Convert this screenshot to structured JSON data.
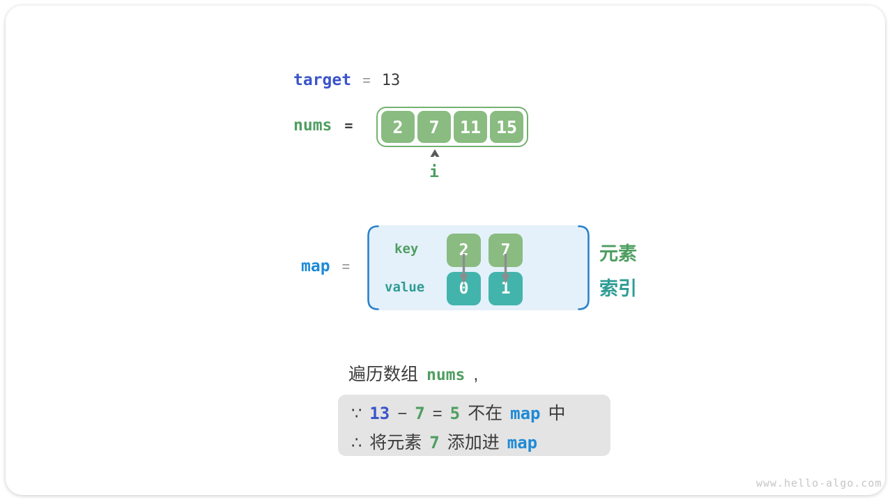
{
  "diagram": {
    "target_line": {
      "var": "target",
      "eq": "=",
      "value": "13"
    },
    "nums_line": {
      "var": "nums",
      "eq": "="
    },
    "array": {
      "cells": [
        "2",
        "7",
        "11",
        "15"
      ]
    },
    "pointer": {
      "label": "i"
    },
    "map_line": {
      "var": "map",
      "eq": "="
    },
    "map": {
      "key_label": "key",
      "value_label": "value",
      "entries": [
        {
          "key": "2",
          "value": "0"
        },
        {
          "key": "7",
          "value": "1"
        }
      ],
      "element_label": "元素",
      "index_label": "索引"
    },
    "traverse": {
      "prefix": "遍历数组",
      "code": "nums",
      "comma": ","
    },
    "reason": {
      "line1": [
        "∵",
        "13",
        "−",
        "7",
        "=",
        "5",
        "不在",
        "map",
        "中"
      ],
      "line2": [
        "∴",
        "将元素",
        "7",
        "添加进",
        "map"
      ]
    },
    "watermark": "www.hello-algo.com"
  },
  "colors": {
    "royal_blue": "#3b55c9",
    "azure_blue": "#1e8ad6",
    "green_text": "#4f9e61",
    "teal_text": "#2f9c94",
    "array_cell_green": "#8abc81",
    "array_border_green": "#74b271",
    "value_cell_teal": "#43b4ab",
    "map_box_bg": "#e4f1fa",
    "bracket_blue": "#2a82cc",
    "reason_box_bg": "#e4e4e4",
    "dark_text": "#3c3c3c",
    "arrow_gray": "#8d8d8d",
    "watermark_gray": "#c6c6c6"
  }
}
